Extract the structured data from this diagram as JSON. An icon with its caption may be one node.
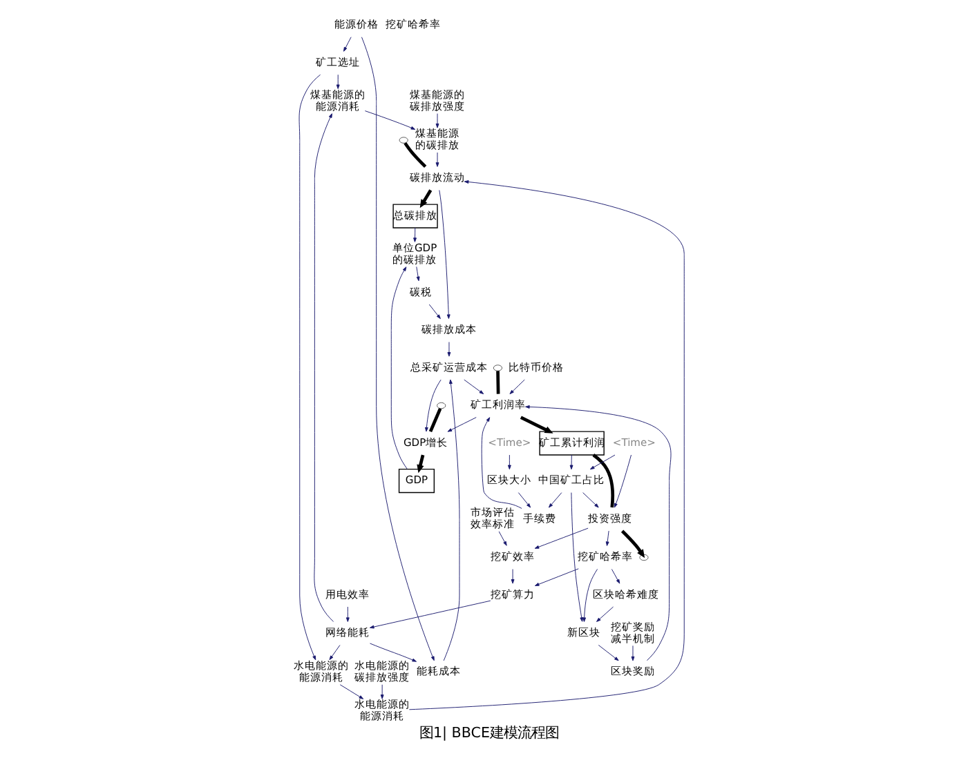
{
  "diagram": {
    "caption": "图1| BBCE建模流程图",
    "nodes": [
      {
        "text": [
          "煤基能源的能源消耗"
        ]
      },
      {
        "text": [
          "煤基能源的碳排放"
        ]
      },
      {
        "text": [
          "煤基能源的碳排放强度"
        ]
      },
      {
        "text": [
          "矿工选址"
        ]
      },
      {
        "text": [
          "能源价格"
        ]
      },
      {
        "text": [
          "水电能源的碳排放强度"
        ]
      },
      {
        "text": [
          "网络能耗"
        ]
      },
      {
        "text": [
          "水电能源的能源消耗"
        ]
      },
      {
        "text": [
          "水电能源的能源消耗"
        ]
      },
      {
        "text": [
          "碳排放流动"
        ]
      },
      {
        "text": [
          "总碳排放"
        ]
      },
      {
        "text": [
          "碳税"
        ]
      },
      {
        "text": [
          "碳排放成本"
        ]
      },
      {
        "text": [
          "用电效率"
        ]
      },
      {
        "text": [
          "能耗成本"
        ]
      },
      {
        "text": [
          "总采矿运营成本"
        ]
      },
      {
        "text": [
          "单位GDP的碳排放"
        ]
      },
      {
        "text": [
          "挖矿算力"
        ]
      },
      {
        "text": [
          "比特币价格"
        ]
      },
      {
        "text": [
          "市场评估效率标准"
        ]
      },
      {
        "text": [
          "矿工累计利润"
        ]
      },
      {
        "text": [
          "投资强度"
        ]
      },
      {
        "text": [
          "矿工利润率"
        ]
      },
      {
        "text": [
          "挖矿效率"
        ]
      },
      {
        "text": [
          "GDP增长"
        ]
      },
      {
        "text": [
          "GDP"
        ]
      },
      {
        "text": [
          "挖矿哈希率"
        ]
      },
      {
        "text": [
          "<Time>"
        ]
      },
      {
        "text": [
          "中国矿工占比"
        ]
      },
      {
        "text": [
          "手续费"
        ]
      },
      {
        "text": [
          "区块奖励"
        ]
      },
      {
        "text": [
          "区块哈希难度"
        ]
      },
      {
        "text": [
          "挖矿奖励减半机制"
        ]
      },
      {
        "text": [
          "区块大小"
        ]
      },
      {
        "text": [
          "<Time>"
        ]
      },
      {
        "text": [
          "新区块"
        ]
      },
      {
        "text": [],
        "shape": "cloud"
      },
      {
        "text": [],
        "shape": "cloud"
      },
      {
        "text": [],
        "shape": "cloud"
      },
      {
        "text": [],
        "shape": "cloud"
      }
    ],
    "edges": [
      {
        "from": 6,
        "to": 0,
        "arrow": "to"
      },
      {
        "from": 3,
        "to": 0,
        "arrow": "to"
      },
      {
        "from": 0,
        "to": 1,
        "arrow": "to"
      },
      {
        "from": 2,
        "to": 1,
        "arrow": "to"
      },
      {
        "from": 1,
        "to": 9,
        "arrow": "to"
      },
      {
        "from": 4,
        "to": 3,
        "arrow": "to"
      },
      {
        "from": 3,
        "to": 7,
        "arrow": "to"
      },
      {
        "from": 6,
        "to": 7,
        "arrow": "to"
      },
      {
        "from": 7,
        "to": 8,
        "arrow": "to"
      },
      {
        "from": 5,
        "to": 8,
        "arrow": "to"
      },
      {
        "from": 8,
        "to": 9,
        "arrow": "to"
      },
      {
        "from": 4,
        "to": 14,
        "arrow": "to"
      },
      {
        "from": 6,
        "to": 14,
        "arrow": "to"
      },
      {
        "from": 13,
        "to": 6,
        "arrow": "to"
      },
      {
        "from": 17,
        "to": 6,
        "arrow": "to"
      },
      {
        "from": 36,
        "to": 9,
        "arrow": "none",
        "style": "thick",
        "color": "#000000"
      },
      {
        "from": 9,
        "to": 10,
        "arrow": "to",
        "style": "thick",
        "color": "#000000"
      },
      {
        "from": 9,
        "to": 12,
        "arrow": "to"
      },
      {
        "from": 11,
        "to": 12,
        "arrow": "to"
      },
      {
        "from": 10,
        "to": 16,
        "arrow": "to"
      },
      {
        "from": 16,
        "to": 11,
        "arrow": "to"
      },
      {
        "from": 12,
        "to": 15,
        "arrow": "to"
      },
      {
        "from": 14,
        "to": 15,
        "arrow": "to"
      },
      {
        "from": 15,
        "to": 22,
        "arrow": "to"
      },
      {
        "from": 18,
        "to": 22,
        "arrow": "to"
      },
      {
        "from": 38,
        "to": 22,
        "arrow": "none",
        "style": "thick",
        "color": "#000000"
      },
      {
        "from": 22,
        "to": 20,
        "arrow": "to",
        "style": "thick",
        "color": "#000000"
      },
      {
        "from": 20,
        "to": 21,
        "arrow": "none",
        "style": "thick",
        "color": "#000000"
      },
      {
        "from": 21,
        "to": 37,
        "arrow": "to",
        "style": "thick",
        "color": "#000000"
      },
      {
        "from": 15,
        "to": 24,
        "arrow": "to"
      },
      {
        "from": 22,
        "to": 24,
        "arrow": "to"
      },
      {
        "from": 39,
        "to": 24,
        "arrow": "none",
        "style": "thick",
        "color": "#000000"
      },
      {
        "from": 24,
        "to": 25,
        "arrow": "to",
        "style": "thick",
        "color": "#000000"
      },
      {
        "from": 25,
        "to": 16,
        "arrow": "to"
      },
      {
        "from": 19,
        "to": 23,
        "arrow": "to"
      },
      {
        "from": 23,
        "to": 17,
        "arrow": "to"
      },
      {
        "from": 21,
        "to": 23,
        "arrow": "to"
      },
      {
        "from": 21,
        "to": 26,
        "arrow": "to"
      },
      {
        "from": 26,
        "to": 17,
        "arrow": "to"
      },
      {
        "from": 26,
        "to": 31,
        "arrow": "to"
      },
      {
        "from": 26,
        "to": 35,
        "arrow": "to"
      },
      {
        "from": 27,
        "to": 21,
        "arrow": "to"
      },
      {
        "from": 27,
        "to": 28,
        "arrow": "to"
      },
      {
        "from": 28,
        "to": 21,
        "arrow": "to"
      },
      {
        "from": 20,
        "to": 28,
        "arrow": "to"
      },
      {
        "from": 28,
        "to": 35,
        "arrow": "to"
      },
      {
        "from": 28,
        "to": 29,
        "arrow": "to"
      },
      {
        "from": 29,
        "to": 22,
        "arrow": "to"
      },
      {
        "from": 30,
        "to": 22,
        "arrow": "to"
      },
      {
        "from": 32,
        "to": 30,
        "arrow": "to"
      },
      {
        "from": 33,
        "to": 29,
        "arrow": "to"
      },
      {
        "from": 34,
        "to": 33,
        "arrow": "to"
      },
      {
        "from": 35,
        "to": 30,
        "arrow": "to"
      },
      {
        "from": 31,
        "to": 35,
        "arrow": "to"
      }
    ],
    "labels": [
      "挖矿哈希率"
    ]
  }
}
